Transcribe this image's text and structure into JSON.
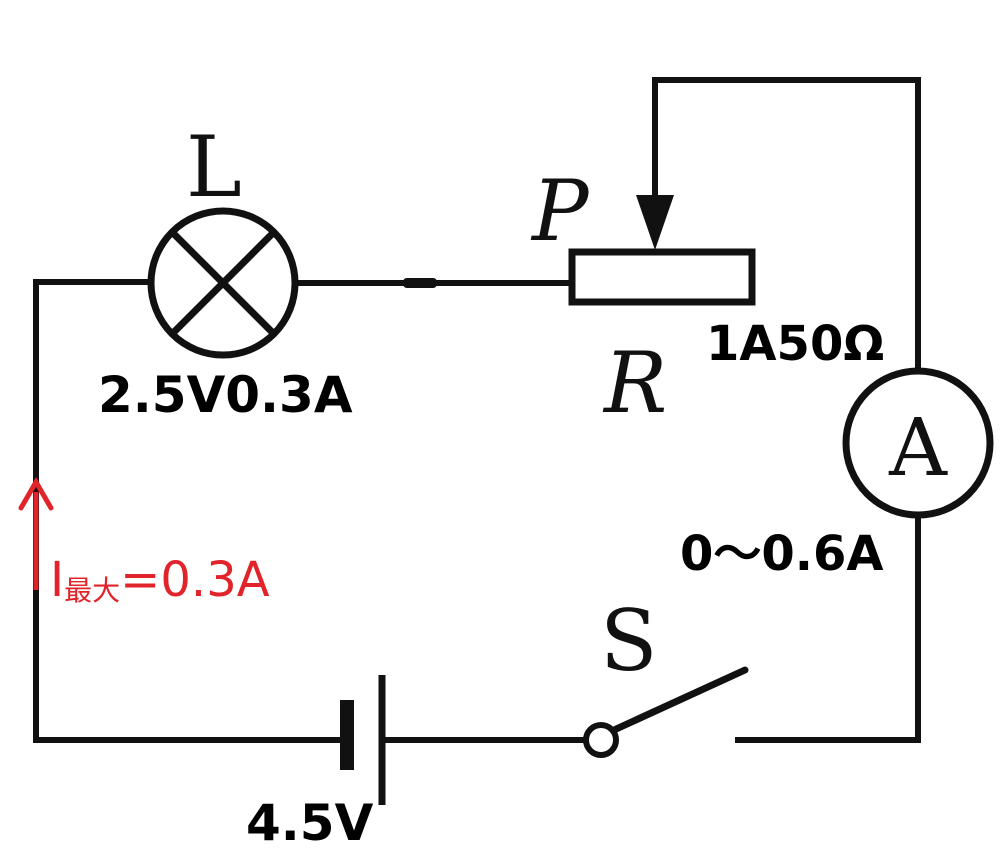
{
  "labels": {
    "lamp": "L",
    "lamp_rating": "2.5V0.3A",
    "slider": "P",
    "rheostat": "R",
    "rheostat_rating": "1A50Ω",
    "ammeter": "A",
    "ammeter_range": "0～0.6A",
    "switch": "S",
    "battery_voltage": "4.5V"
  },
  "annotation": {
    "current_symbol": "I",
    "current_subscript": "最大",
    "current_value": "=0.3A",
    "color": "#e0242a"
  },
  "colors": {
    "wire": "#111111",
    "annotation": "#e0242a"
  }
}
